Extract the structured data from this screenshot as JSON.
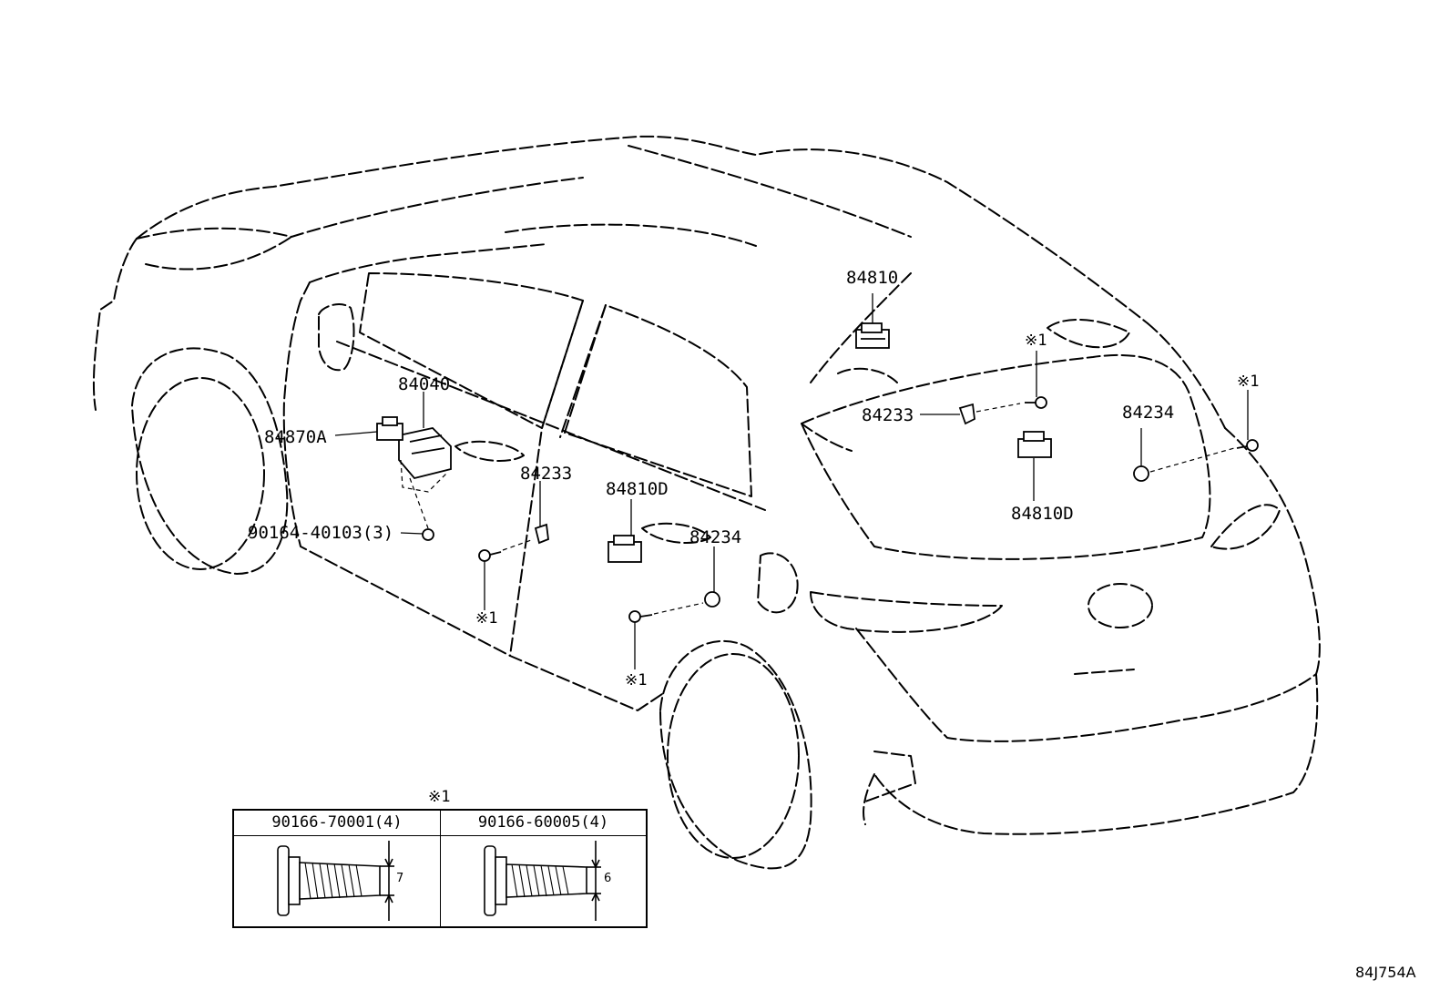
{
  "labels": {
    "part_84810": "84810",
    "part_84040": "84040",
    "part_84870a": "84870A",
    "part_84233_rear": "84233",
    "part_84233_front": "84233",
    "part_84234_rear": "84234",
    "part_84234_side": "84234",
    "part_84810d_side": "84810D",
    "part_84810d_rear": "84810D",
    "part_screw_90164": "90164-40103(3)"
  },
  "notes": {
    "note_rear_a": "※1",
    "note_rear_b": "※1",
    "note_front_door": "※1",
    "note_rear_door": "※1",
    "note_table": "※1"
  },
  "table": {
    "col1_header": "90166-70001(4)",
    "col2_header": "90166-60005(4)",
    "col1_dim": "7",
    "col2_dim": "6"
  },
  "diagram_code": "84J754A"
}
